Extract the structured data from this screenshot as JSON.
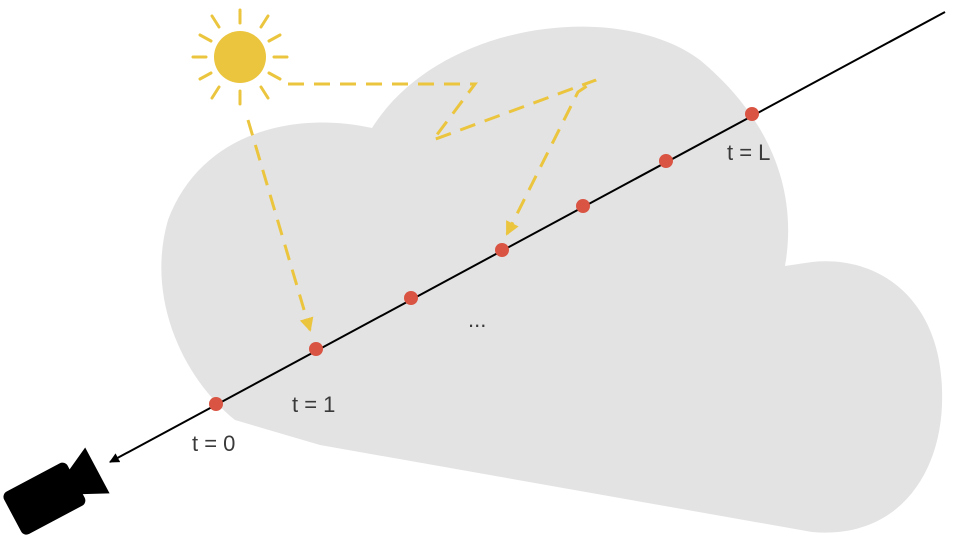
{
  "labels": {
    "t0": "t = 0",
    "t1": "t = 1",
    "tL": "t = L",
    "ellipsis": "..."
  },
  "colors": {
    "cloud": "#e3e3e3",
    "sun": "#ebc53e",
    "light_path": "#ebc53e",
    "sample": "#d95442",
    "ray": "#000000",
    "camera": "#000000"
  },
  "icons": {
    "sun": "sun-icon",
    "camera": "camera-icon"
  }
}
